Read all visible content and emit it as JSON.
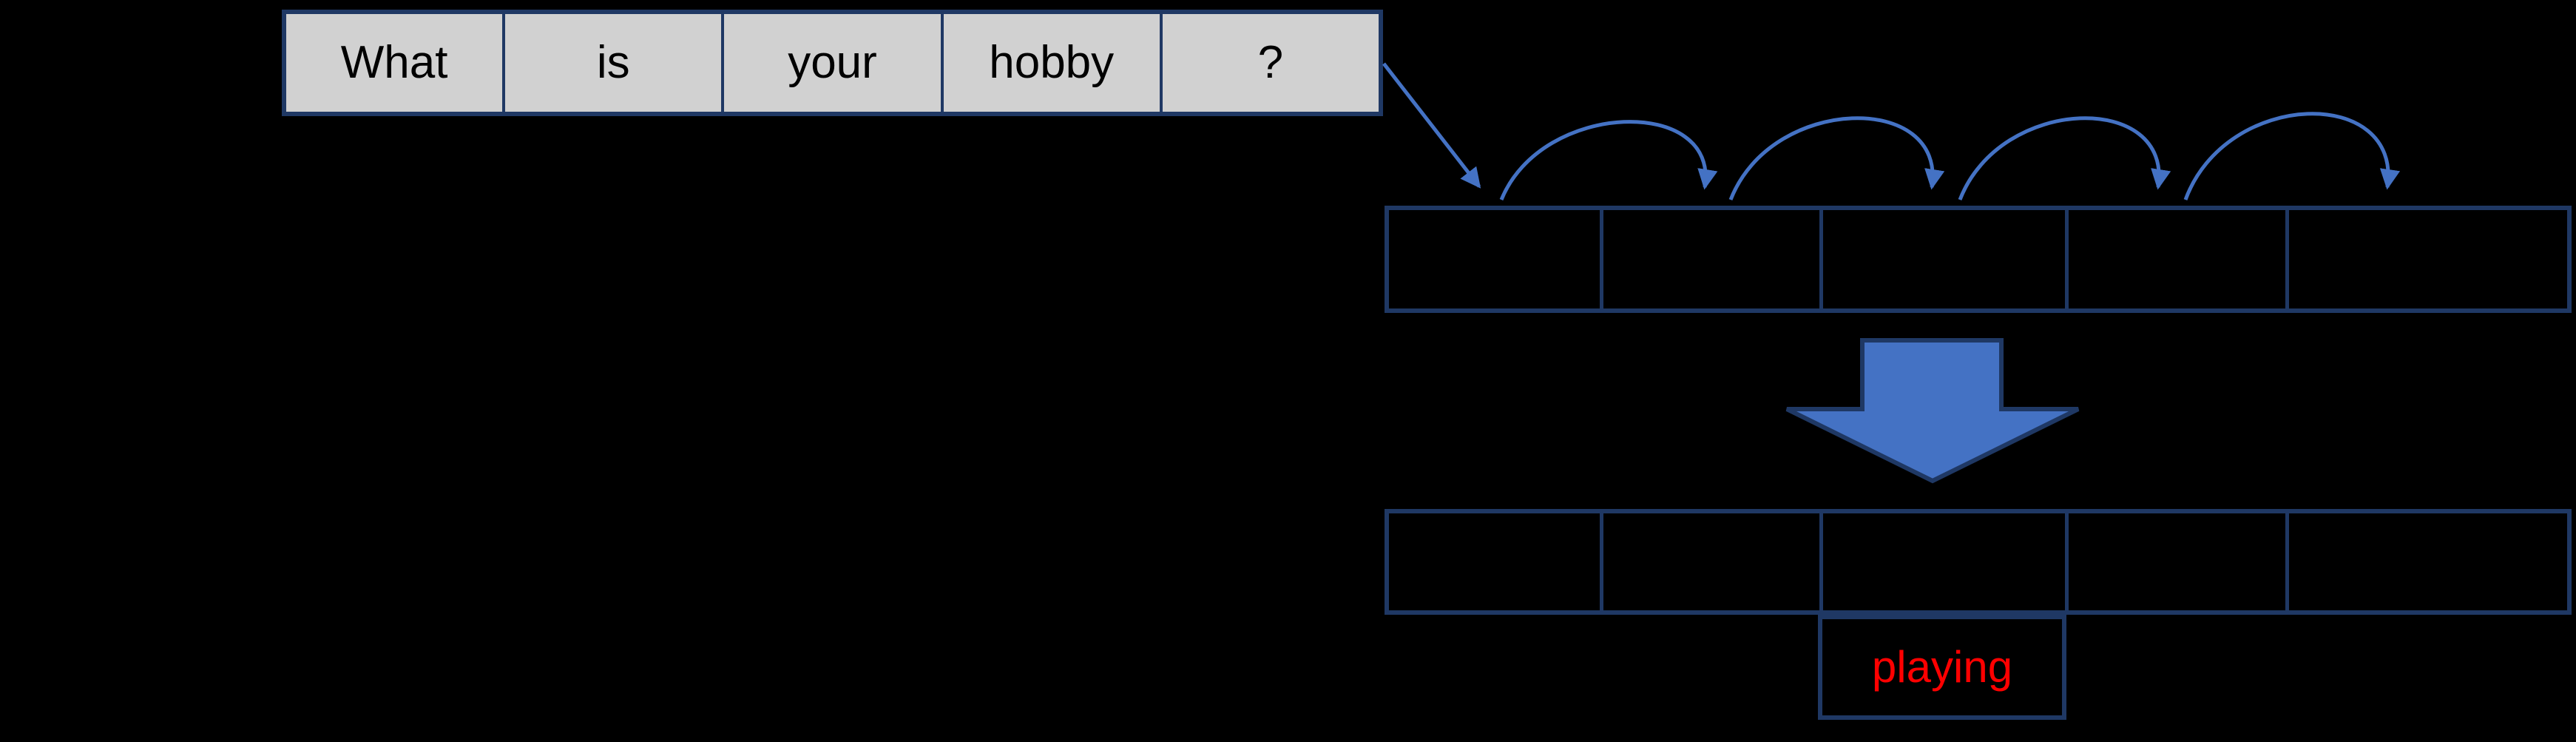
{
  "input_sentence": {
    "words": [
      "What",
      "is",
      "your",
      "hobby",
      "?"
    ]
  },
  "output_word": {
    "label": "playing"
  },
  "rows": {
    "encoder_cells": 5,
    "decoder_cells": 5
  },
  "icons": {
    "input_arrow": "diagonal-connector-arrow",
    "hop_arc": "hop-arc-arrow",
    "block_arrow": "block-down-arrow"
  },
  "colors": {
    "background": "#000000",
    "word_box_fill": "#d1d1d1",
    "word_text": "#000000",
    "table_border": "#1f3864",
    "connector_blue": "#4472c4",
    "output_text": "#ff0000"
  }
}
